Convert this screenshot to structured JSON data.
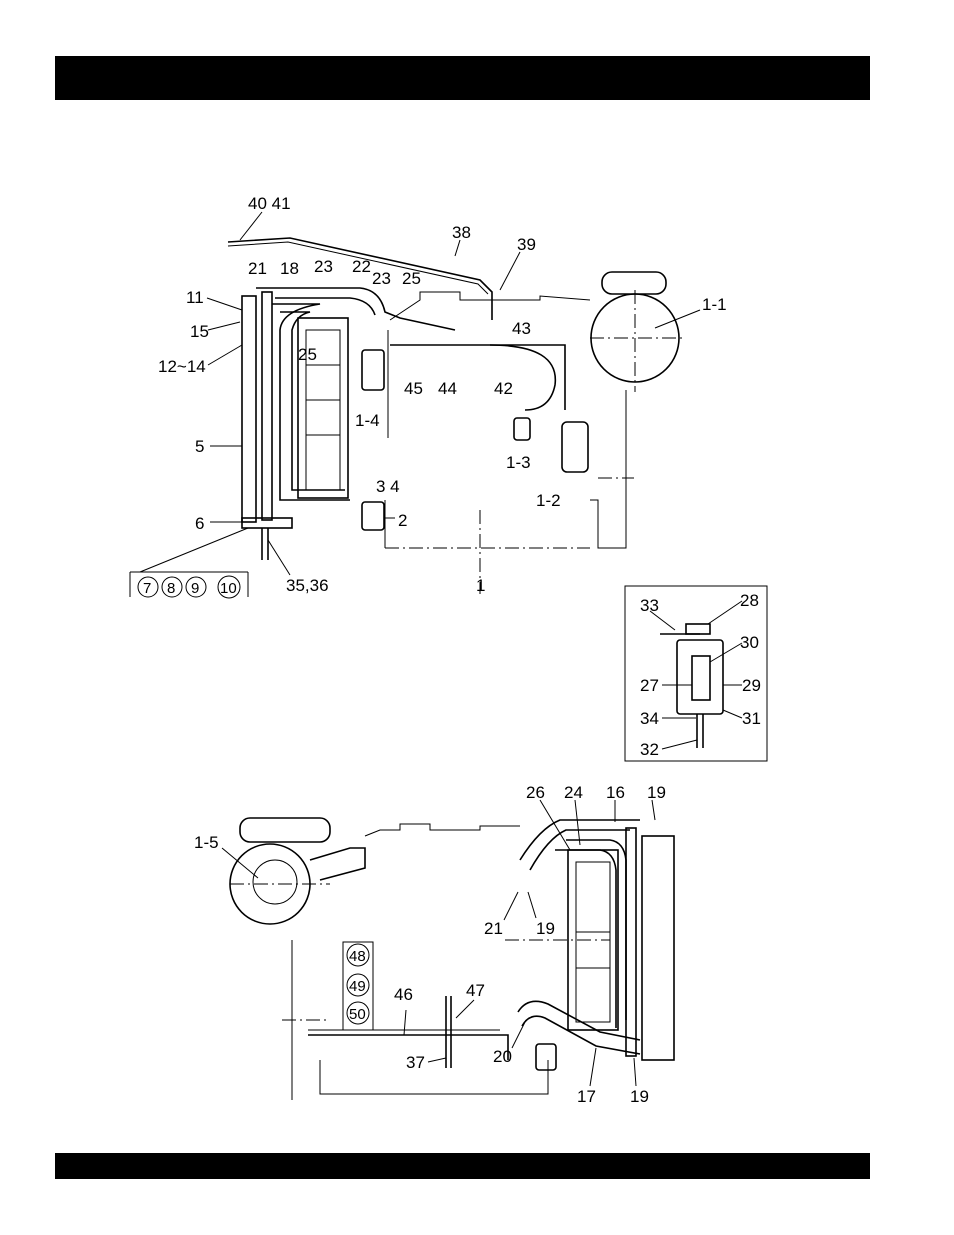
{
  "labels": {
    "upper": {
      "p40_41": "40 41",
      "p38": "38",
      "p39": "39",
      "p21": "21",
      "p18": "18",
      "p23a": "23",
      "p22": "22",
      "p23b": "23",
      "p25a": "25",
      "p11": "11",
      "p15": "15",
      "p12_14": "12~14",
      "p25b": "25",
      "p43": "43",
      "p1_1": "1-1",
      "p45": "45",
      "p44": "44",
      "p42": "42",
      "p1_4": "1-4",
      "p5": "5",
      "p1_3": "1-3",
      "p1_2": "1-2",
      "p34": "3 4",
      "p2": "2",
      "p6": "6",
      "p35_36": "35,36",
      "p1": "1"
    },
    "upper_circled": [
      "7",
      "8",
      "9",
      "10"
    ],
    "inset": {
      "p33": "33",
      "p28": "28",
      "p30": "30",
      "p27": "27",
      "p29": "29",
      "p34": "34",
      "p31": "31",
      "p32": "32"
    },
    "lower": {
      "p26": "26",
      "p24": "24",
      "p16": "16",
      "p19a": "19",
      "p1_5": "1-5",
      "p21": "21",
      "p19b": "19",
      "p47": "47",
      "p46": "46",
      "p37": "37",
      "p20": "20",
      "p17": "17",
      "p19c": "19"
    },
    "lower_circled": [
      "48",
      "49",
      "50"
    ]
  }
}
